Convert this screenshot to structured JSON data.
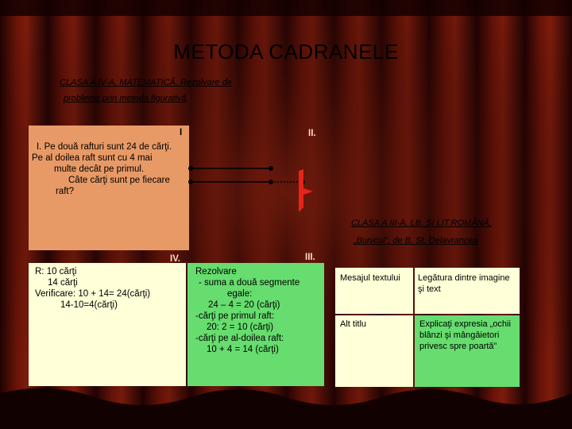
{
  "title": "METODA CADRANELE",
  "subtitle": {
    "line1": "CLASA A IV-A, MATEMATICĂ, Rezolvare de",
    "line2": "probleme prin metoda figurativă"
  },
  "quadrant1": {
    "numeral": "I",
    "lines": [
      "I. Pe două rafturi sunt 24 de cărţi.",
      "Pe al doilea raft sunt cu 4 mai",
      "multe decât pe primul.",
      "Câte cărţi sunt pe fiecare",
      "raft?"
    ]
  },
  "quadrant2": {
    "numeral": "II."
  },
  "quadrant3": {
    "numeral": "III.",
    "lines": [
      "Rezolvare",
      "- suma a două segmente",
      "egale:",
      "24 – 4 = 20 (cărţi)",
      "-cărţi pe primul raft:",
      "20: 2 = 10 (cărţi)",
      "-cărţi pe al-doilea raft:",
      "10 + 4 = 14  (cărţi)"
    ]
  },
  "quadrant4": {
    "numeral": "IV.",
    "lines": [
      "R: 10 cărţi",
      "14 cărţi",
      "Verificare: 10 + 14= 24(cărţi)",
      "14-10=4(cărţi)"
    ]
  },
  "romanian_class": {
    "line1": "CLASA A III-A, LB. ŞI LIT.ROMÂNĂ,",
    "line2": "„Bunicul”,  de B. St. Delavrancea"
  },
  "table": {
    "rows": [
      [
        "Mesajul textului",
        "Legătura dintre imagine şi text"
      ],
      [
        "Alt titlu",
        "Explicaţi expresia „ochii blânzi şi mângâietori privesc spre poartă”"
      ]
    ]
  },
  "colors": {
    "orange_panel": "#e89a66",
    "cream_panel": "#ffffd8",
    "green_panel": "#66dd6e",
    "red_segment": "#e8231a",
    "curtain": "#5a1008"
  }
}
